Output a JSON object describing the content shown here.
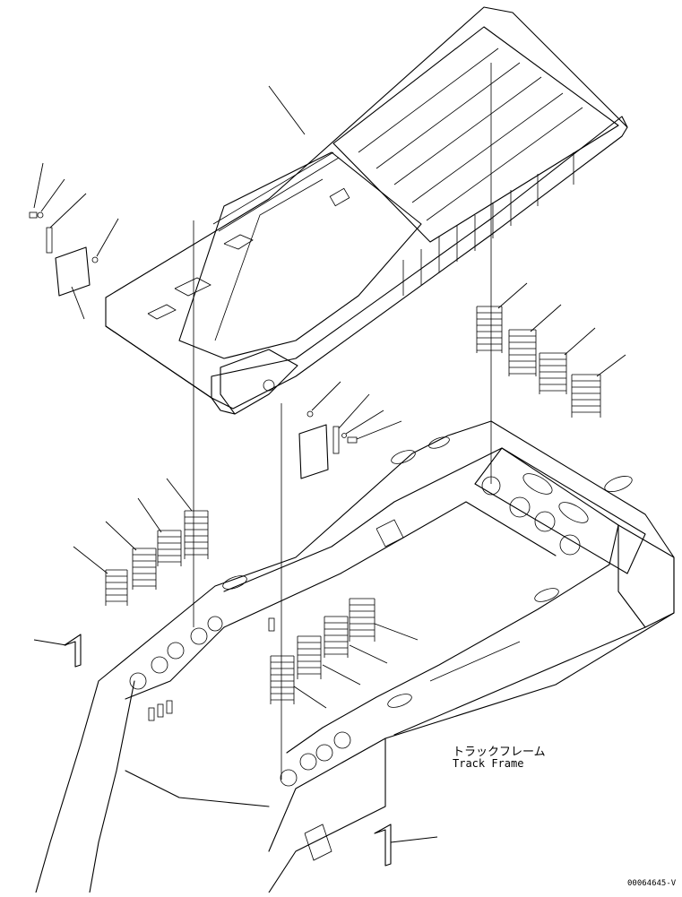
{
  "labels": {
    "track_frame_jp": "トラックフレーム",
    "track_frame_en": "Track Frame",
    "drawing_number": "00064645-V"
  },
  "colors": {
    "line": "#000000",
    "background": "#ffffff"
  }
}
